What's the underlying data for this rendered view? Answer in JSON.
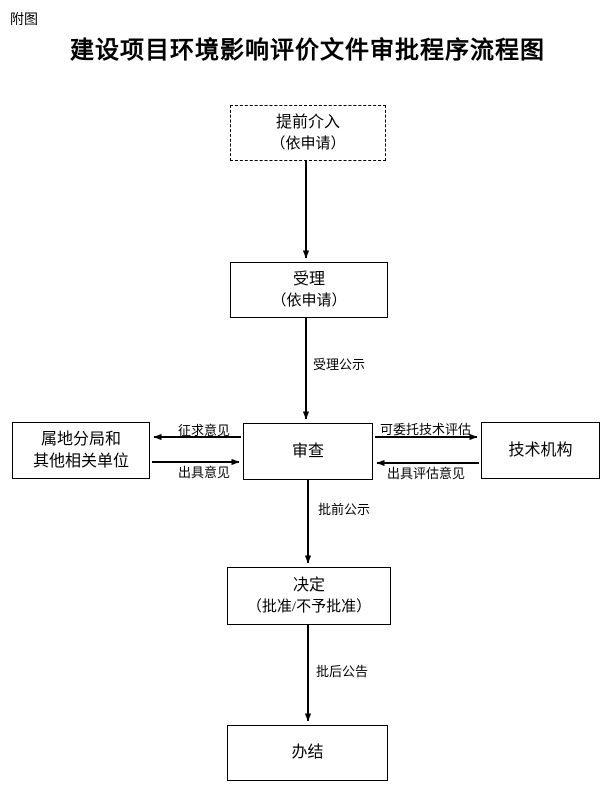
{
  "page": {
    "corner_label": "附图",
    "title": "建设项目环境影响评价文件审批程序流程图",
    "background": "#ffffff",
    "ink": "#000000"
  },
  "flowchart": {
    "type": "flowchart",
    "orientation": "top-to-bottom",
    "nodes": [
      {
        "id": "pre",
        "line1": "提前介入",
        "line2": "（依申请）",
        "border": "dashed"
      },
      {
        "id": "accept",
        "line1": "受理",
        "line2": "（依申请）",
        "border": "solid"
      },
      {
        "id": "review",
        "line1": "审查",
        "line2": "",
        "border": "solid"
      },
      {
        "id": "local",
        "line1": "属地分局和",
        "line2": "其他相关单位",
        "border": "solid"
      },
      {
        "id": "tech",
        "line1": "技术机构",
        "line2": "",
        "border": "solid"
      },
      {
        "id": "decision",
        "line1": "决定",
        "line2": "（批准/不予批准）",
        "border": "solid"
      },
      {
        "id": "done",
        "line1": "办结",
        "line2": "",
        "border": "solid"
      }
    ],
    "edges": [
      {
        "from": "pre",
        "to": "accept",
        "label": "",
        "direction": "down"
      },
      {
        "from": "accept",
        "to": "review",
        "label": "受理公示",
        "direction": "down"
      },
      {
        "from": "review",
        "to": "local",
        "label": "征求意见",
        "direction": "left"
      },
      {
        "from": "local",
        "to": "review",
        "label": "出具意见",
        "direction": "right"
      },
      {
        "from": "review",
        "to": "tech",
        "label": "可委托技术评估",
        "direction": "right"
      },
      {
        "from": "tech",
        "to": "review",
        "label": "出具评估意见",
        "direction": "left"
      },
      {
        "from": "review",
        "to": "decision",
        "label": "批前公示",
        "direction": "down"
      },
      {
        "from": "decision",
        "to": "done",
        "label": "批后公告",
        "direction": "down"
      }
    ]
  }
}
